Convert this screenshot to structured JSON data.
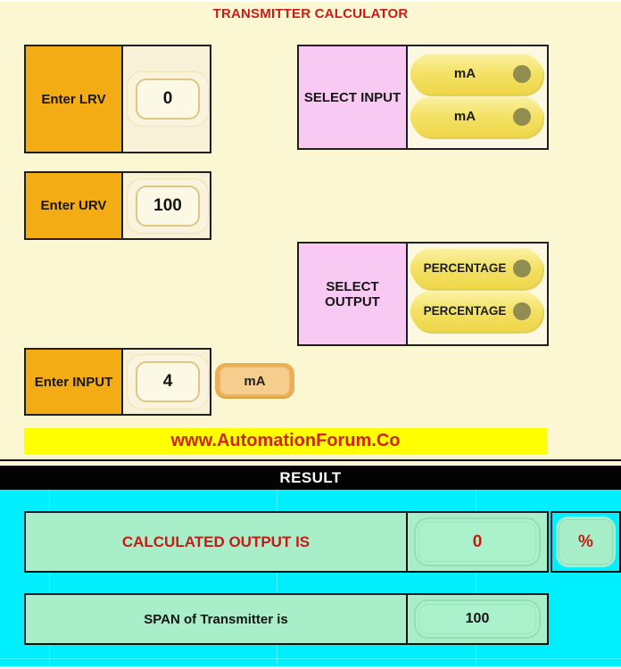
{
  "title": "TRANSMITTER CALCULATOR",
  "inputs": [
    {
      "label": "Enter LRV",
      "value": "0"
    },
    {
      "label": "Enter URV",
      "value": "100"
    },
    {
      "label": "Enter INPUT",
      "value": "4"
    }
  ],
  "input_unit_button": "mA",
  "select_input": {
    "label": "SELECT INPUT",
    "options": [
      {
        "label": "mA"
      },
      {
        "label": "mA"
      }
    ]
  },
  "select_output": {
    "label": "SELECT OUTPUT",
    "options": [
      {
        "label": "PERCENTAGE"
      },
      {
        "label": "PERCENTAGE"
      }
    ]
  },
  "banner": {
    "text": "www.AutomationForum.Co"
  },
  "result": {
    "header": "RESULT",
    "calculated": {
      "label": "CALCULATED OUTPUT IS",
      "value": "0",
      "unit": "%"
    },
    "span": {
      "label": "SPAN of Transmitter is",
      "value": "100"
    }
  },
  "colors": {
    "background": "#FBF7D2",
    "label_orange": "#F3AC14",
    "select_pink": "#F8C9F2",
    "pill_yellow": "#F2DC55",
    "radio_olive": "#918C4F",
    "banner_yellow": "#FFFF00",
    "title_red": "#CB1B16",
    "result_red": "#C81A15",
    "cyan": "#00EFFF",
    "mint_green": "#A8EFC9",
    "result_bar_black": "#030303"
  }
}
